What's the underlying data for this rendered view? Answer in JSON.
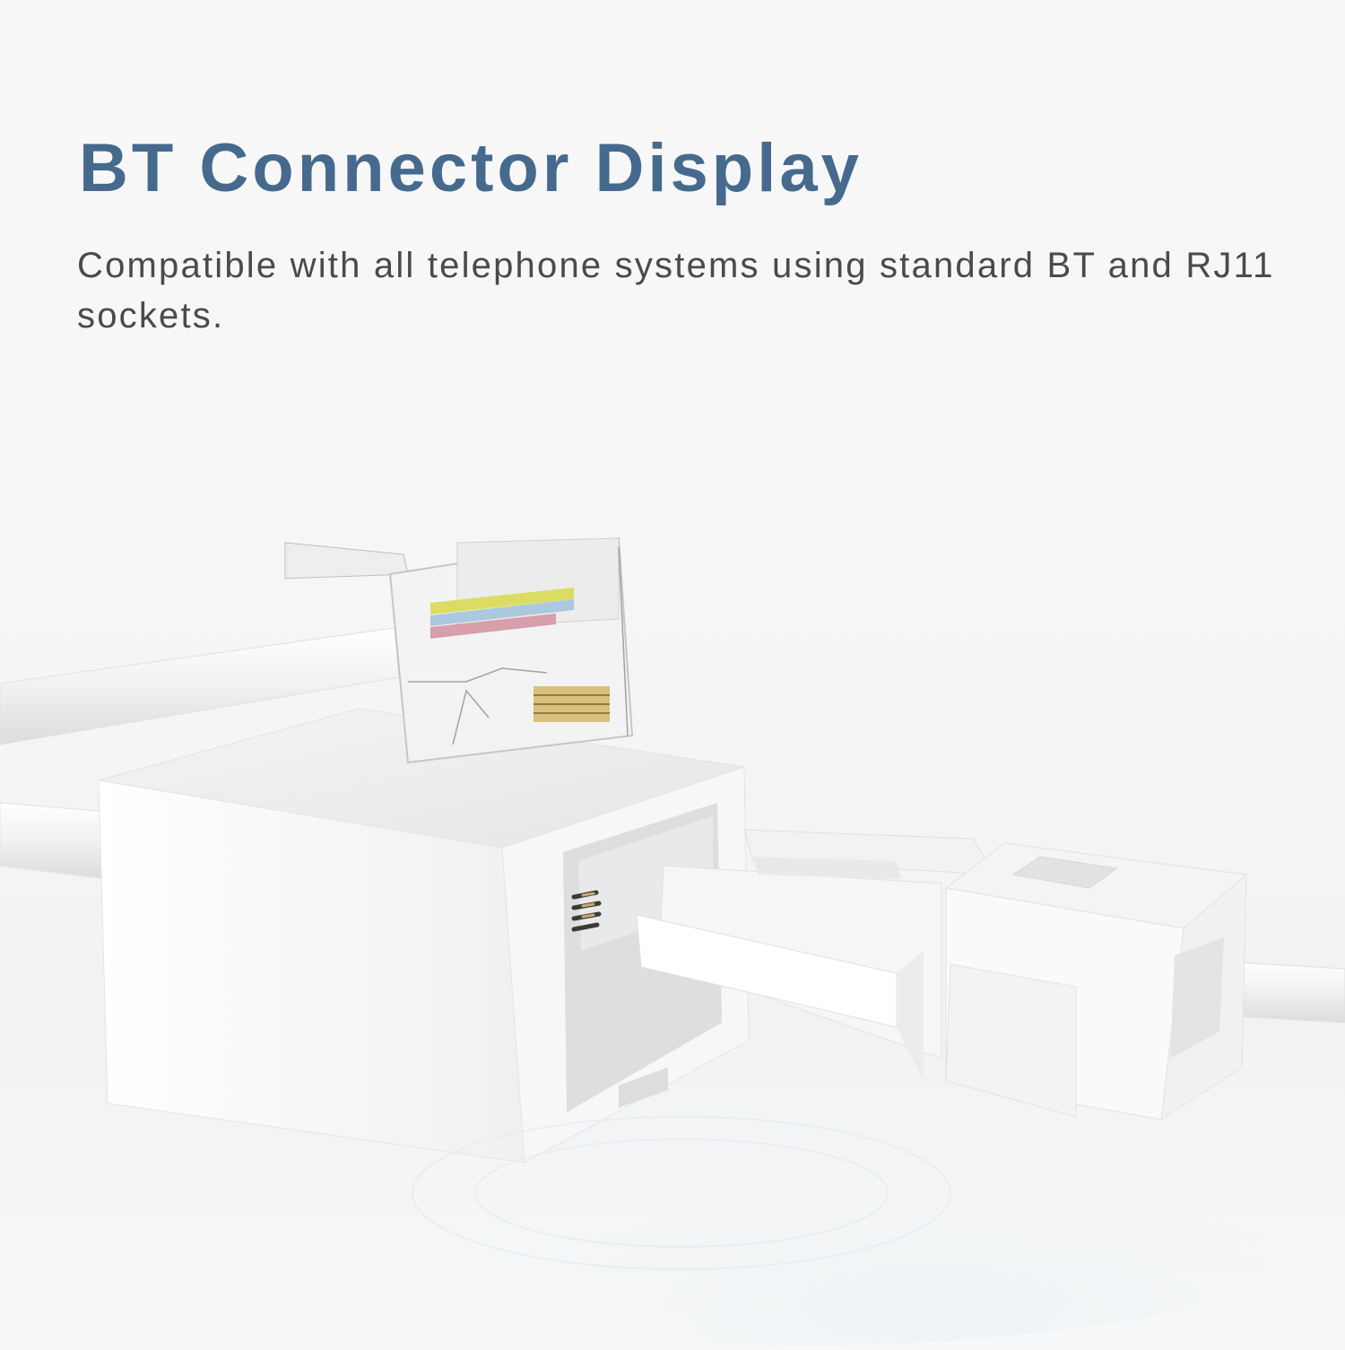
{
  "header": {
    "title": "BT Connector Display",
    "subtitle": "Compatible with all telephone systems using standard BT and RJ11 sockets."
  },
  "colors": {
    "title": "#456a8d",
    "subtitle": "#4a4a4a",
    "background": "#f7f7f7",
    "wire_yellow": "#d9dc5a",
    "wire_blue": "#a9c6de",
    "wire_red": "#d79aa8",
    "contact_gold": "#d9bf74"
  },
  "illustration": {
    "items": [
      {
        "name": "RJ11 plug",
        "description": "transparent plug with colored wires"
      },
      {
        "name": "BT coupler",
        "description": "white female socket coupler"
      },
      {
        "name": "BT plug",
        "description": "white BT male plug with cable"
      }
    ]
  }
}
